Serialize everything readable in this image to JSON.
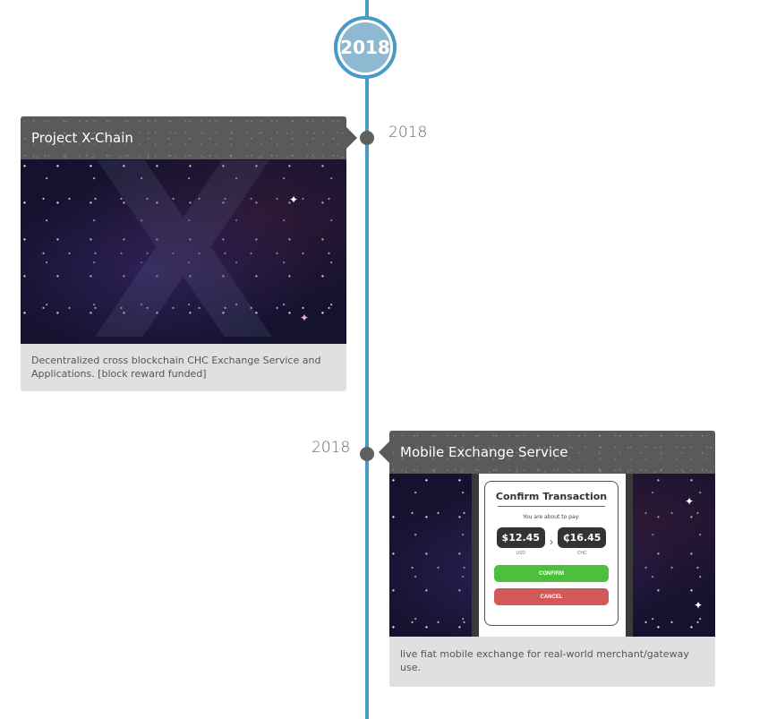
{
  "timeline": {
    "year": "2018",
    "accent_color": "#4a9ac5"
  },
  "events": [
    {
      "date": "2018",
      "title": "Project X-Chain",
      "image_text": "X",
      "description": "Decentralized cross blockchain CHC Exchange Service and Applications. [block reward funded]"
    },
    {
      "date": "2018",
      "title": "Mobile Exchange Service",
      "description": "live fiat mobile exchange for real-world merchant/gateway use.",
      "mockup": {
        "title": "Confirm Transaction",
        "subtitle": "You are about to pay:",
        "from_amount": "$12.45",
        "from_currency": "USD",
        "arrow": "›",
        "to_amount": "₵16.45",
        "to_currency": "CHC",
        "confirm_label": "CONFIRM",
        "cancel_label": "CANCEL"
      }
    }
  ]
}
